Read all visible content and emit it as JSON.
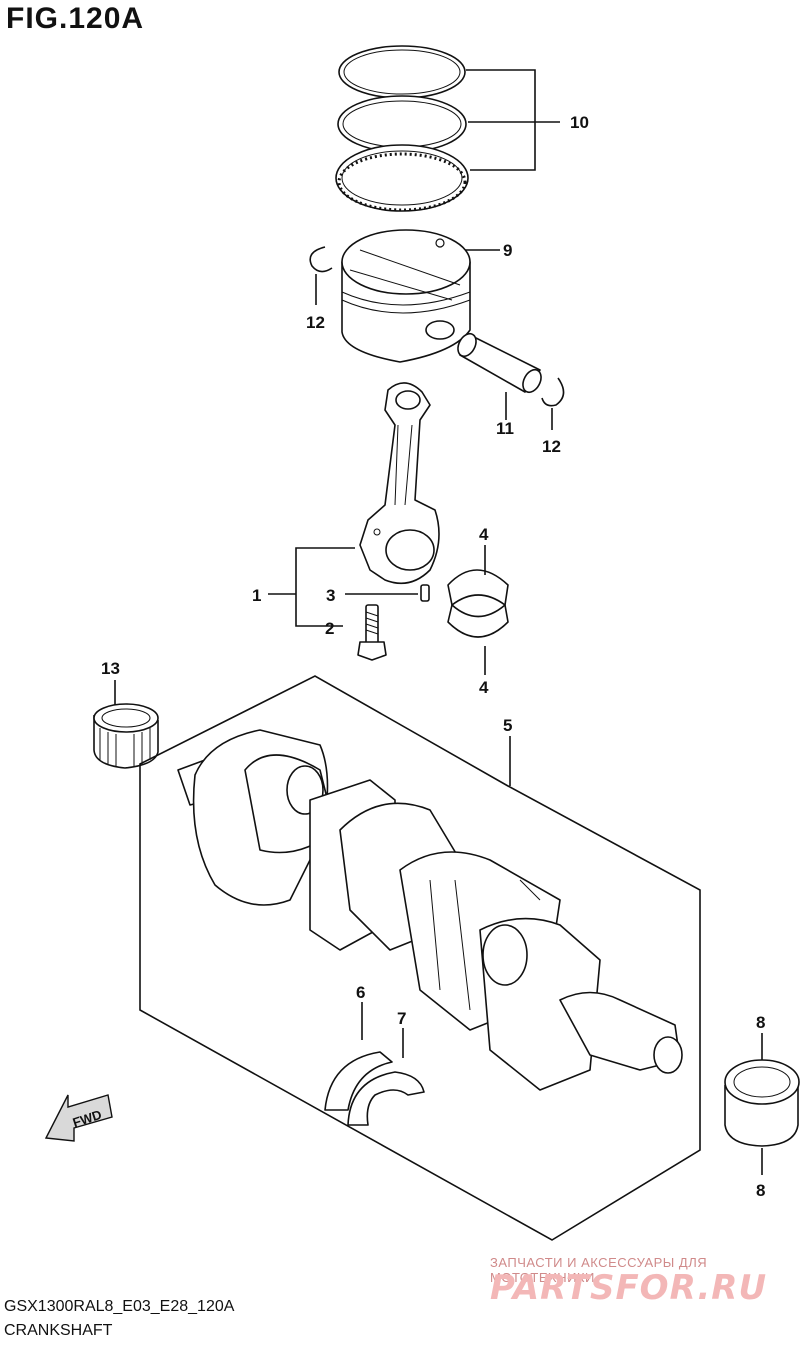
{
  "figure": {
    "title": "FIG.120A",
    "code": "GSX1300RAL8_E03_E28_120A",
    "name": "CRANKSHAFT"
  },
  "callouts": [
    {
      "id": "c10",
      "text": "10"
    },
    {
      "id": "c9",
      "text": "9"
    },
    {
      "id": "c12a",
      "text": "12"
    },
    {
      "id": "c11",
      "text": "11"
    },
    {
      "id": "c12b",
      "text": "12"
    },
    {
      "id": "c4a",
      "text": "4"
    },
    {
      "id": "c1",
      "text": "1"
    },
    {
      "id": "c3",
      "text": "3"
    },
    {
      "id": "c2",
      "text": "2"
    },
    {
      "id": "c4b",
      "text": "4"
    },
    {
      "id": "c13",
      "text": "13"
    },
    {
      "id": "c5",
      "text": "5"
    },
    {
      "id": "c6",
      "text": "6"
    },
    {
      "id": "c7",
      "text": "7"
    },
    {
      "id": "c8a",
      "text": "8"
    },
    {
      "id": "c8b",
      "text": "8"
    }
  ],
  "fwd_arrow": {
    "text": "FWD"
  },
  "watermark": {
    "tagline": "ЗАПЧАСТИ И АКСЕССУАРЫ ДЛЯ МОТОТЕХНИКИ",
    "logo": "PARTSFOR.RU"
  }
}
